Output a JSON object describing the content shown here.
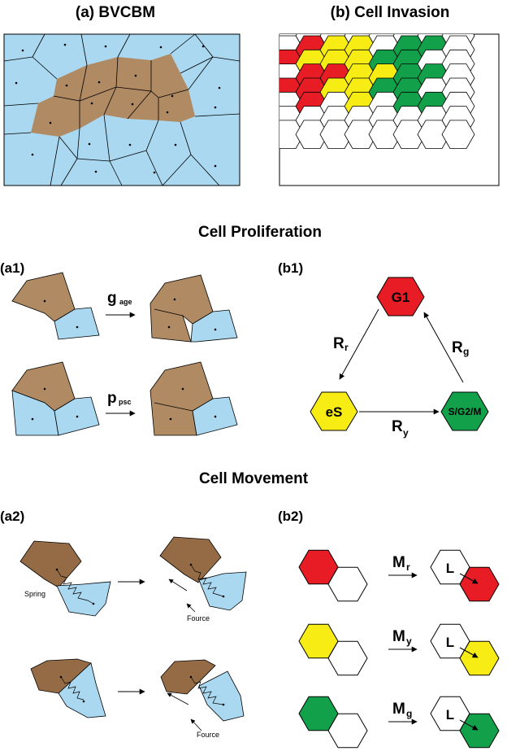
{
  "titles": {
    "a": "(a) BVCBM",
    "b": "(b) Cell Invasion",
    "proliferation": "Cell Proliferation",
    "movement": "Cell Movement",
    "a1": "(a1)",
    "b1": "(b1)",
    "a2": "(a2)",
    "b2": "(b2)"
  },
  "colors": {
    "healthy": "#a9d8f0",
    "tumour": "#b08a63",
    "tumour_dark": "#946b45",
    "g1": "#e81c24",
    "es": "#f7ec13",
    "sg2m": "#12a14a",
    "empty": "#ffffff"
  },
  "proliferation": {
    "growth_symbol": "g",
    "growth_subscript": "age",
    "prob_symbol": "p",
    "prob_subscript": "psc"
  },
  "cycle": {
    "g1": "G1",
    "es": "eS",
    "sg2m": "S/G2/M",
    "rates": {
      "r": {
        "symbol": "R",
        "sub": "r"
      },
      "g": {
        "symbol": "R",
        "sub": "g"
      },
      "y": {
        "symbol": "R",
        "sub": "y"
      }
    }
  },
  "movement": {
    "spring_label": "Spring",
    "force_label_1": "Fource",
    "force_label_2": "Fource",
    "empty_label": "L",
    "rates": [
      {
        "symbol": "M",
        "sub": "r"
      },
      {
        "symbol": "M",
        "sub": "y"
      },
      {
        "symbol": "M",
        "sub": "g"
      }
    ]
  },
  "invasion_grid": [
    [
      0,
      0,
      0,
      0,
      0,
      0,
      0,
      0
    ],
    [
      0,
      1,
      2,
      2,
      0,
      3,
      3,
      0
    ],
    [
      1,
      2,
      2,
      2,
      3,
      3,
      0,
      0
    ],
    [
      0,
      1,
      1,
      2,
      2,
      3,
      3,
      0
    ],
    [
      1,
      1,
      2,
      2,
      3,
      3,
      0,
      0
    ],
    [
      0,
      1,
      0,
      2,
      0,
      3,
      3,
      0
    ],
    [
      0,
      0,
      0,
      0,
      0,
      0,
      0,
      0
    ],
    [
      0,
      0,
      0,
      0,
      0,
      0,
      0,
      0
    ]
  ]
}
